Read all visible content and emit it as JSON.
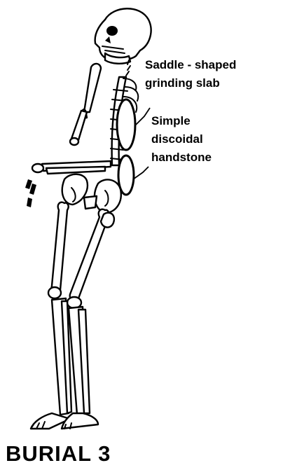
{
  "labels": {
    "grinding_slab_line1": "Saddle - shaped",
    "grinding_slab_line2": "grinding slab",
    "handstone_line1": "Simple",
    "handstone_line2": "discoidal",
    "handstone_line3": "handstone"
  },
  "title": "BURIAL 3"
}
